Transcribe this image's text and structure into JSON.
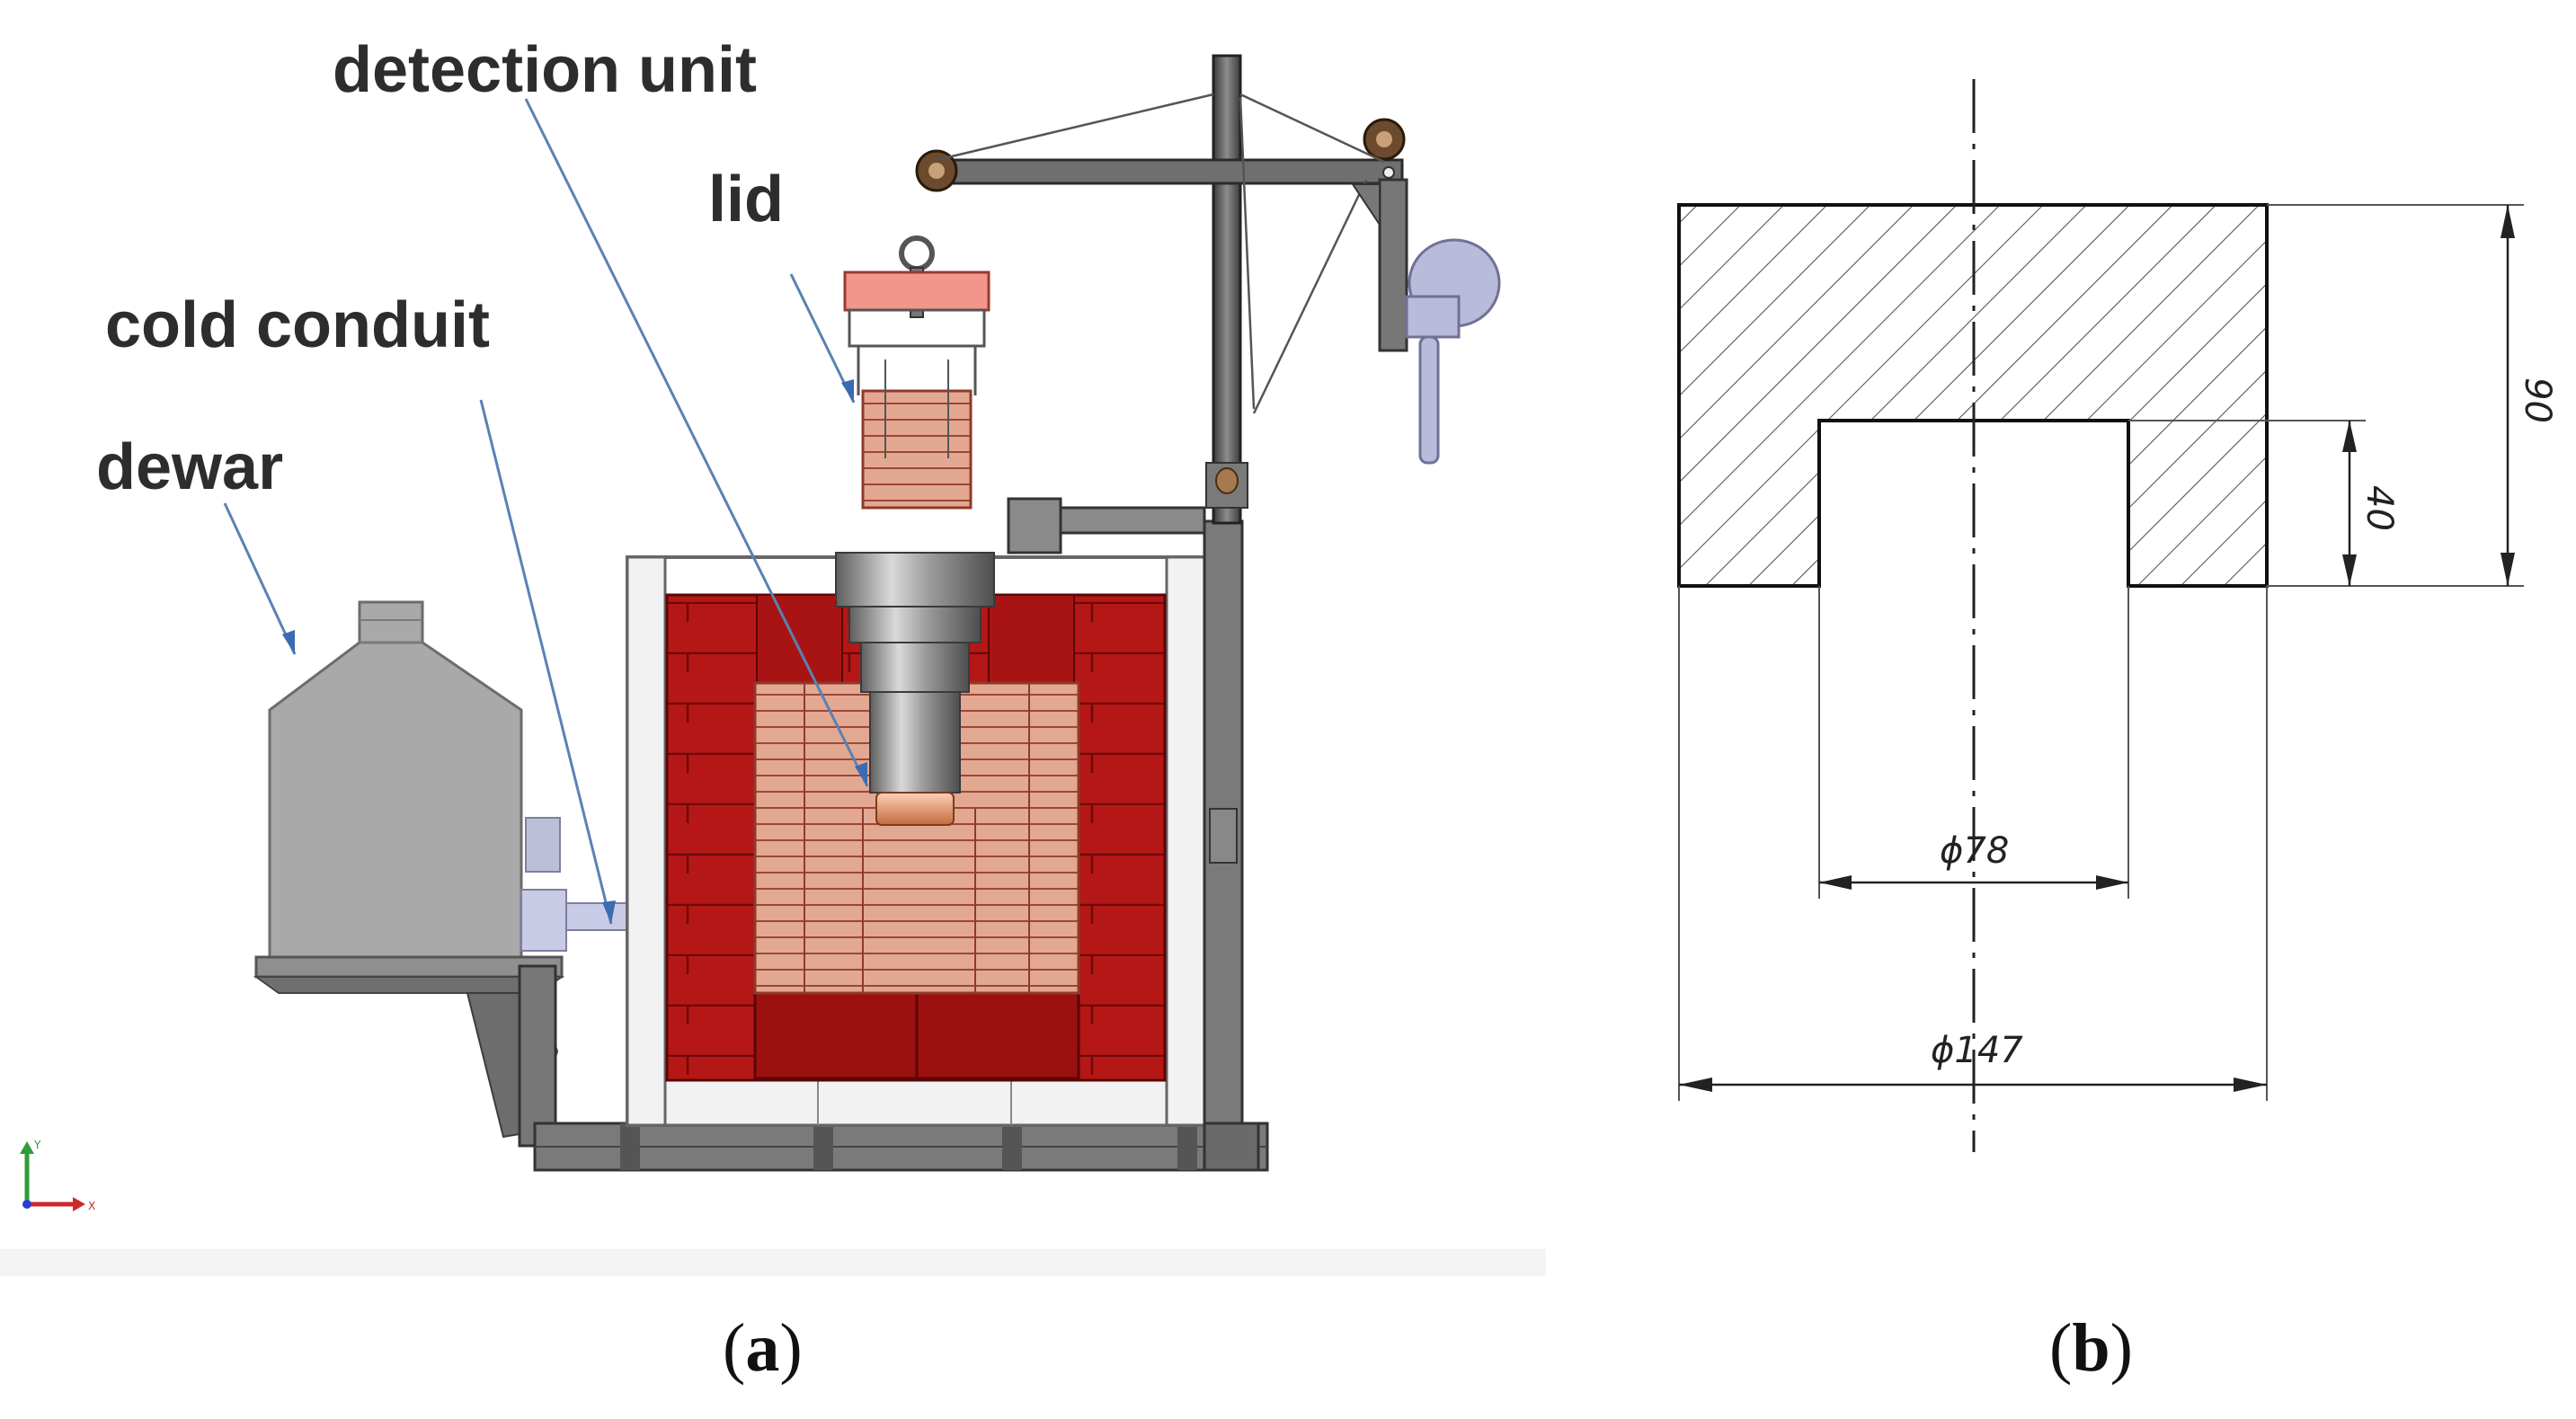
{
  "panel_a": {
    "labels": {
      "detection_unit": "detection unit",
      "lid": "lid",
      "cold_conduit": "cold conduit",
      "dewar": "dewar"
    },
    "axis_triad": {
      "y": "Y",
      "x": "X"
    },
    "caption": {
      "open": "(",
      "letter": "a",
      "close": ")"
    }
  },
  "panel_b": {
    "dimensions": {
      "height_total": "90",
      "height_cavity": "40",
      "diameter_cavity": "ϕ78",
      "diameter_outer": "ϕ147"
    },
    "caption": {
      "open": "(",
      "letter": "b",
      "close": ")"
    }
  },
  "colors": {
    "shield_red": "#b81a1a",
    "copper": "#e0a088",
    "copper_line": "#a04a3a",
    "steel": "#7c7c7c",
    "dewar_gray": "#a9a9a9",
    "conduit_blue": "#c9cbe6",
    "leader_blue": "#5a82b4"
  }
}
